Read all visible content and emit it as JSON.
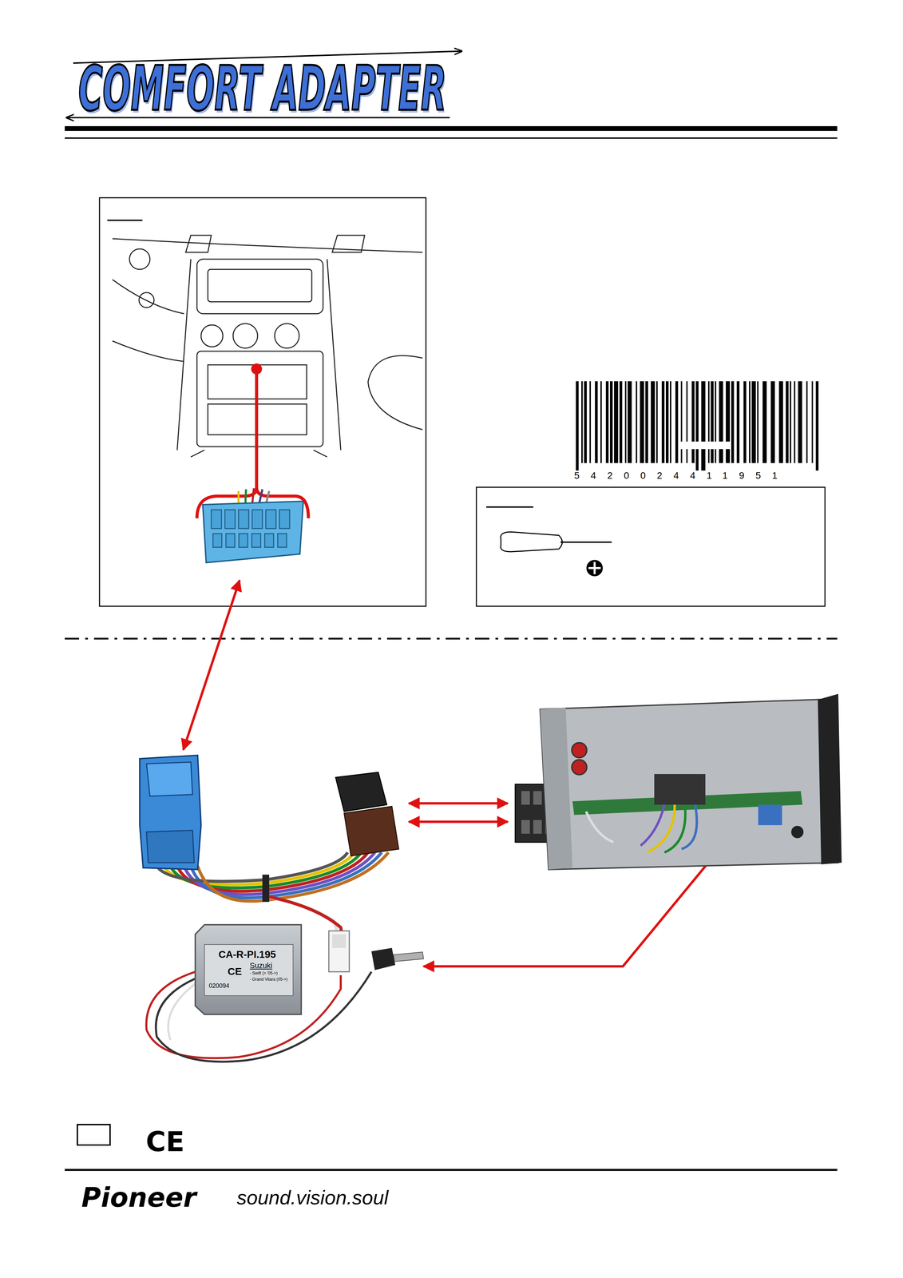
{
  "diagram": {
    "title": "COMFORT ADAPTER",
    "nodes": [
      {
        "text": [
          "CA-R-PI.195",
          "Suzuki",
          "- Swift (> '05->)",
          "- Grand Vitara (05->)",
          "020094",
          "CE"
        ]
      }
    ],
    "labels": [
      "5420024411951",
      "CE",
      "Pioneer",
      "sound.vision.soul"
    ]
  }
}
